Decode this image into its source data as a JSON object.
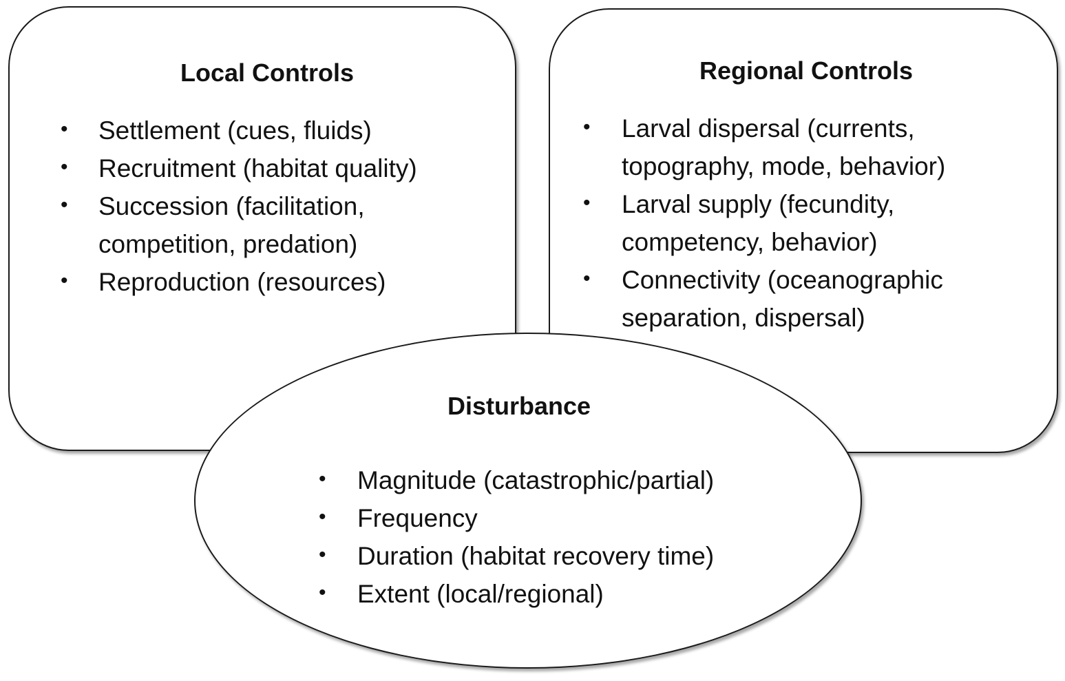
{
  "local_controls": {
    "title": "Local Controls",
    "items": [
      "Settlement (cues, fluids)",
      "Recruitment (habitat quality)",
      "Succession (facilitation,",
      "competition, predation)",
      "Reproduction (resources)"
    ]
  },
  "regional_controls": {
    "title": "Regional Controls",
    "items": [
      "Larval dispersal (currents,",
      "topography, mode, behavior)",
      "Larval supply (fecundity,",
      "competency, behavior)",
      "Connectivity (oceanographic",
      "separation, dispersal)"
    ]
  },
  "disturbance": {
    "title": "Disturbance",
    "items": [
      "Magnitude (catastrophic/partial)",
      "Frequency",
      "Duration (habitat recovery time)",
      "Extent (local/regional)"
    ]
  },
  "bullet_glyph": "•"
}
